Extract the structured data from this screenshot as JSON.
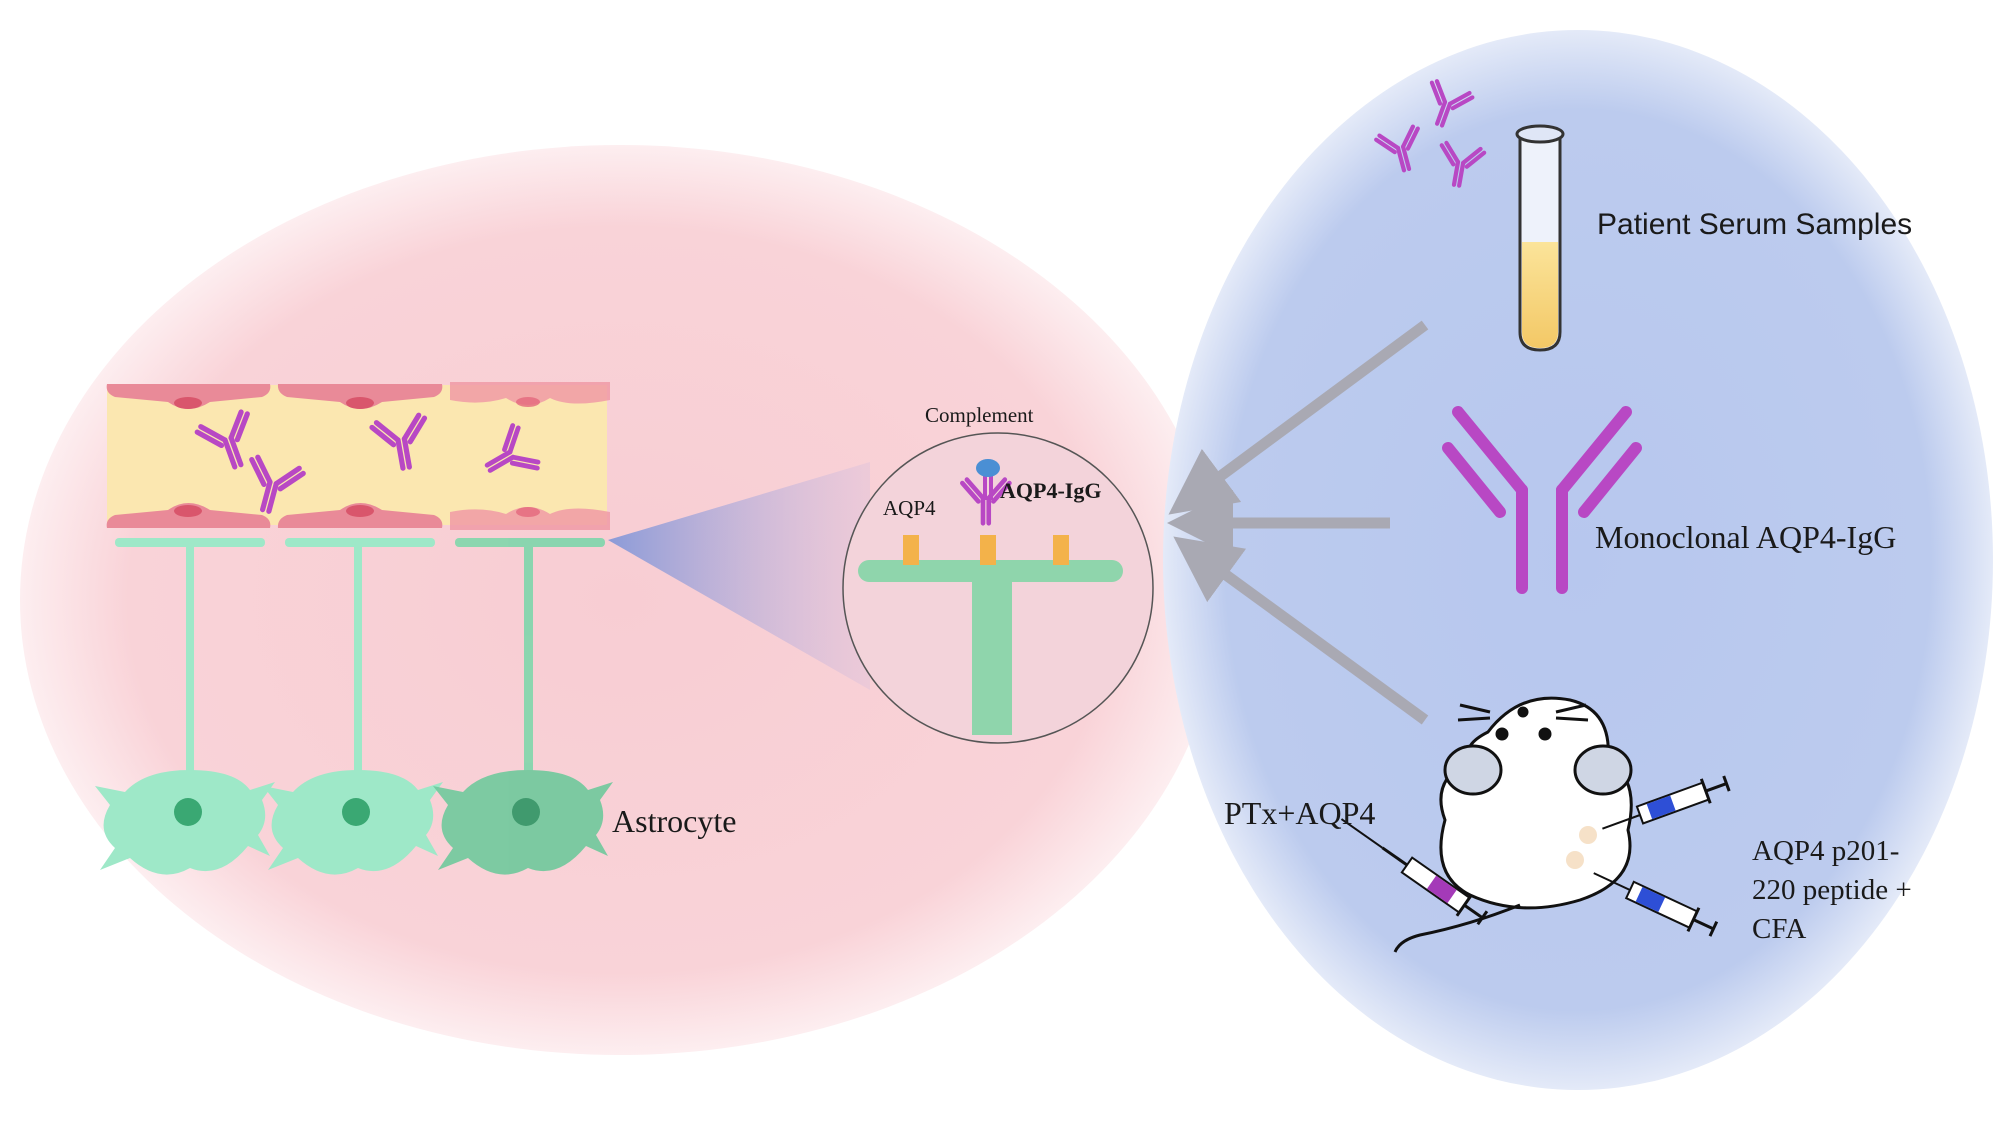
{
  "labels": {
    "astrocyte": "Astrocyte",
    "complement": "Complement",
    "aqp4": "AQP4",
    "aqp4_igg": "AQP4-IgG",
    "patient_serum": "Patient Serum Samples",
    "monoclonal": "Monoclonal AQP4-IgG",
    "ptx": "PTx+AQP4",
    "peptide_line1": "AQP4 p201-",
    "peptide_line2": "220 peptide +",
    "peptide_line3": "CFA"
  },
  "colors": {
    "left_zone": "#f9d6da",
    "right_zone": "#b9c8ec",
    "antibody": "#b848c4",
    "astrocyte": "#9ee8c8",
    "astrocyte_nucleus": "#3aa873",
    "endothelium": "#e98a98",
    "vessel_lumen": "#fbe7b0",
    "aqp4_channel": "#f3b24a",
    "arrow": "#a9a9b3",
    "syringe_blue": "#2e4fd6",
    "syringe_purple": "#a43ab8"
  }
}
